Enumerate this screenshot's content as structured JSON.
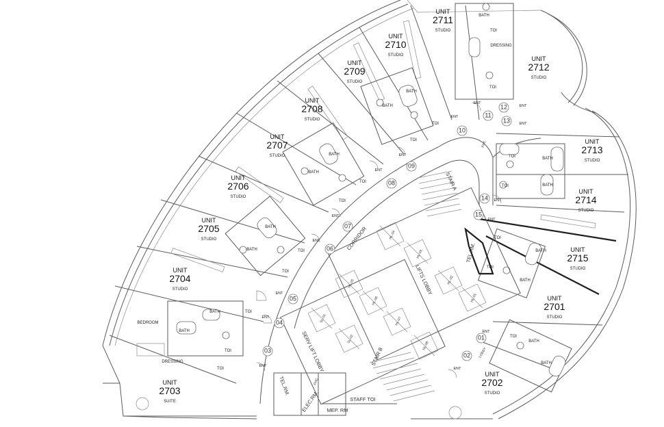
{
  "units": [
    {
      "label": "UNIT",
      "number": "2711",
      "type": "STUDIO"
    },
    {
      "label": "UNIT",
      "number": "2710",
      "type": "STUDIO"
    },
    {
      "label": "UNIT",
      "number": "2709",
      "type": "STUDIO"
    },
    {
      "label": "UNIT",
      "number": "2708",
      "type": "STUDIO"
    },
    {
      "label": "UNIT",
      "number": "2707",
      "type": "STUDIO"
    },
    {
      "label": "UNIT",
      "number": "2706",
      "type": "STUDIO"
    },
    {
      "label": "UNIT",
      "number": "2705",
      "type": "STUDIO"
    },
    {
      "label": "UNIT",
      "number": "2704",
      "type": "STUDIO"
    },
    {
      "label": "UNIT",
      "number": "2703",
      "type": "SUITE"
    },
    {
      "label": "UNIT",
      "number": "2712",
      "type": "STUDIO"
    },
    {
      "label": "UNIT",
      "number": "2713",
      "type": "STUDIO"
    },
    {
      "label": "UNIT",
      "number": "2714",
      "type": "STUDIO"
    },
    {
      "label": "UNIT",
      "number": "2715",
      "type": "STUDIO"
    },
    {
      "label": "UNIT",
      "number": "2701",
      "type": "STUDIO"
    },
    {
      "label": "UNIT",
      "number": "2702",
      "type": "STUDIO"
    }
  ],
  "door_numbers": [
    "01",
    "02",
    "03",
    "04",
    "05",
    "06",
    "07",
    "08",
    "09",
    "10",
    "11",
    "12",
    "13",
    "14",
    "15"
  ],
  "rooms": {
    "bath": "BATH",
    "toilet": "TOI",
    "dressing": "DRESSING",
    "bedroom": "BEDROOM",
    "entry": "ENT"
  },
  "core": {
    "corridor": "CORRIDOR",
    "lifts_lobby": "LIFTS LOBBY",
    "serv_lift_lobby": "SERV LIFT LOBBY",
    "tel_rm_left": "TEL.RM.",
    "elec_rm": "ELEC.RM.",
    "mep_rm": "MEP. RM",
    "staff_toi": "STAFF TOI",
    "stair_a": "STAIR A",
    "stair_b": "STAIR B",
    "tel_rm_right": "TEL.RM.",
    "fhc_left": "FHC",
    "fhc_right": "FHC",
    "lobby": "LOBBY",
    "lift_tags": [
      "HL-04",
      "HL-03",
      "HL-02",
      "HL-01",
      "HL-05",
      "HL-06",
      "HL-07",
      "HL-08",
      "SL-01",
      "SL-02"
    ]
  }
}
